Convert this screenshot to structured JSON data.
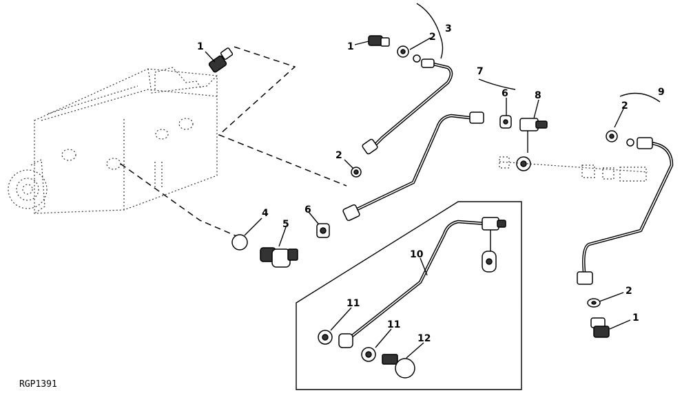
{
  "figure_code": "RGP1391",
  "callouts": [
    {
      "id": "c1a",
      "text": "1"
    },
    {
      "id": "c1b",
      "text": "1"
    },
    {
      "id": "c1c",
      "text": "1"
    },
    {
      "id": "c2a",
      "text": "2"
    },
    {
      "id": "c2b",
      "text": "2"
    },
    {
      "id": "c2c",
      "text": "2"
    },
    {
      "id": "c2d",
      "text": "2"
    },
    {
      "id": "c3",
      "text": "3"
    },
    {
      "id": "c4",
      "text": "4"
    },
    {
      "id": "c5",
      "text": "5"
    },
    {
      "id": "c6a",
      "text": "6"
    },
    {
      "id": "c6b",
      "text": "6"
    },
    {
      "id": "c7",
      "text": "7"
    },
    {
      "id": "c8",
      "text": "8"
    },
    {
      "id": "c9",
      "text": "9"
    },
    {
      "id": "c10",
      "text": "10"
    },
    {
      "id": "c11a",
      "text": "11"
    },
    {
      "id": "c11b",
      "text": "11"
    },
    {
      "id": "c12",
      "text": "12"
    }
  ]
}
